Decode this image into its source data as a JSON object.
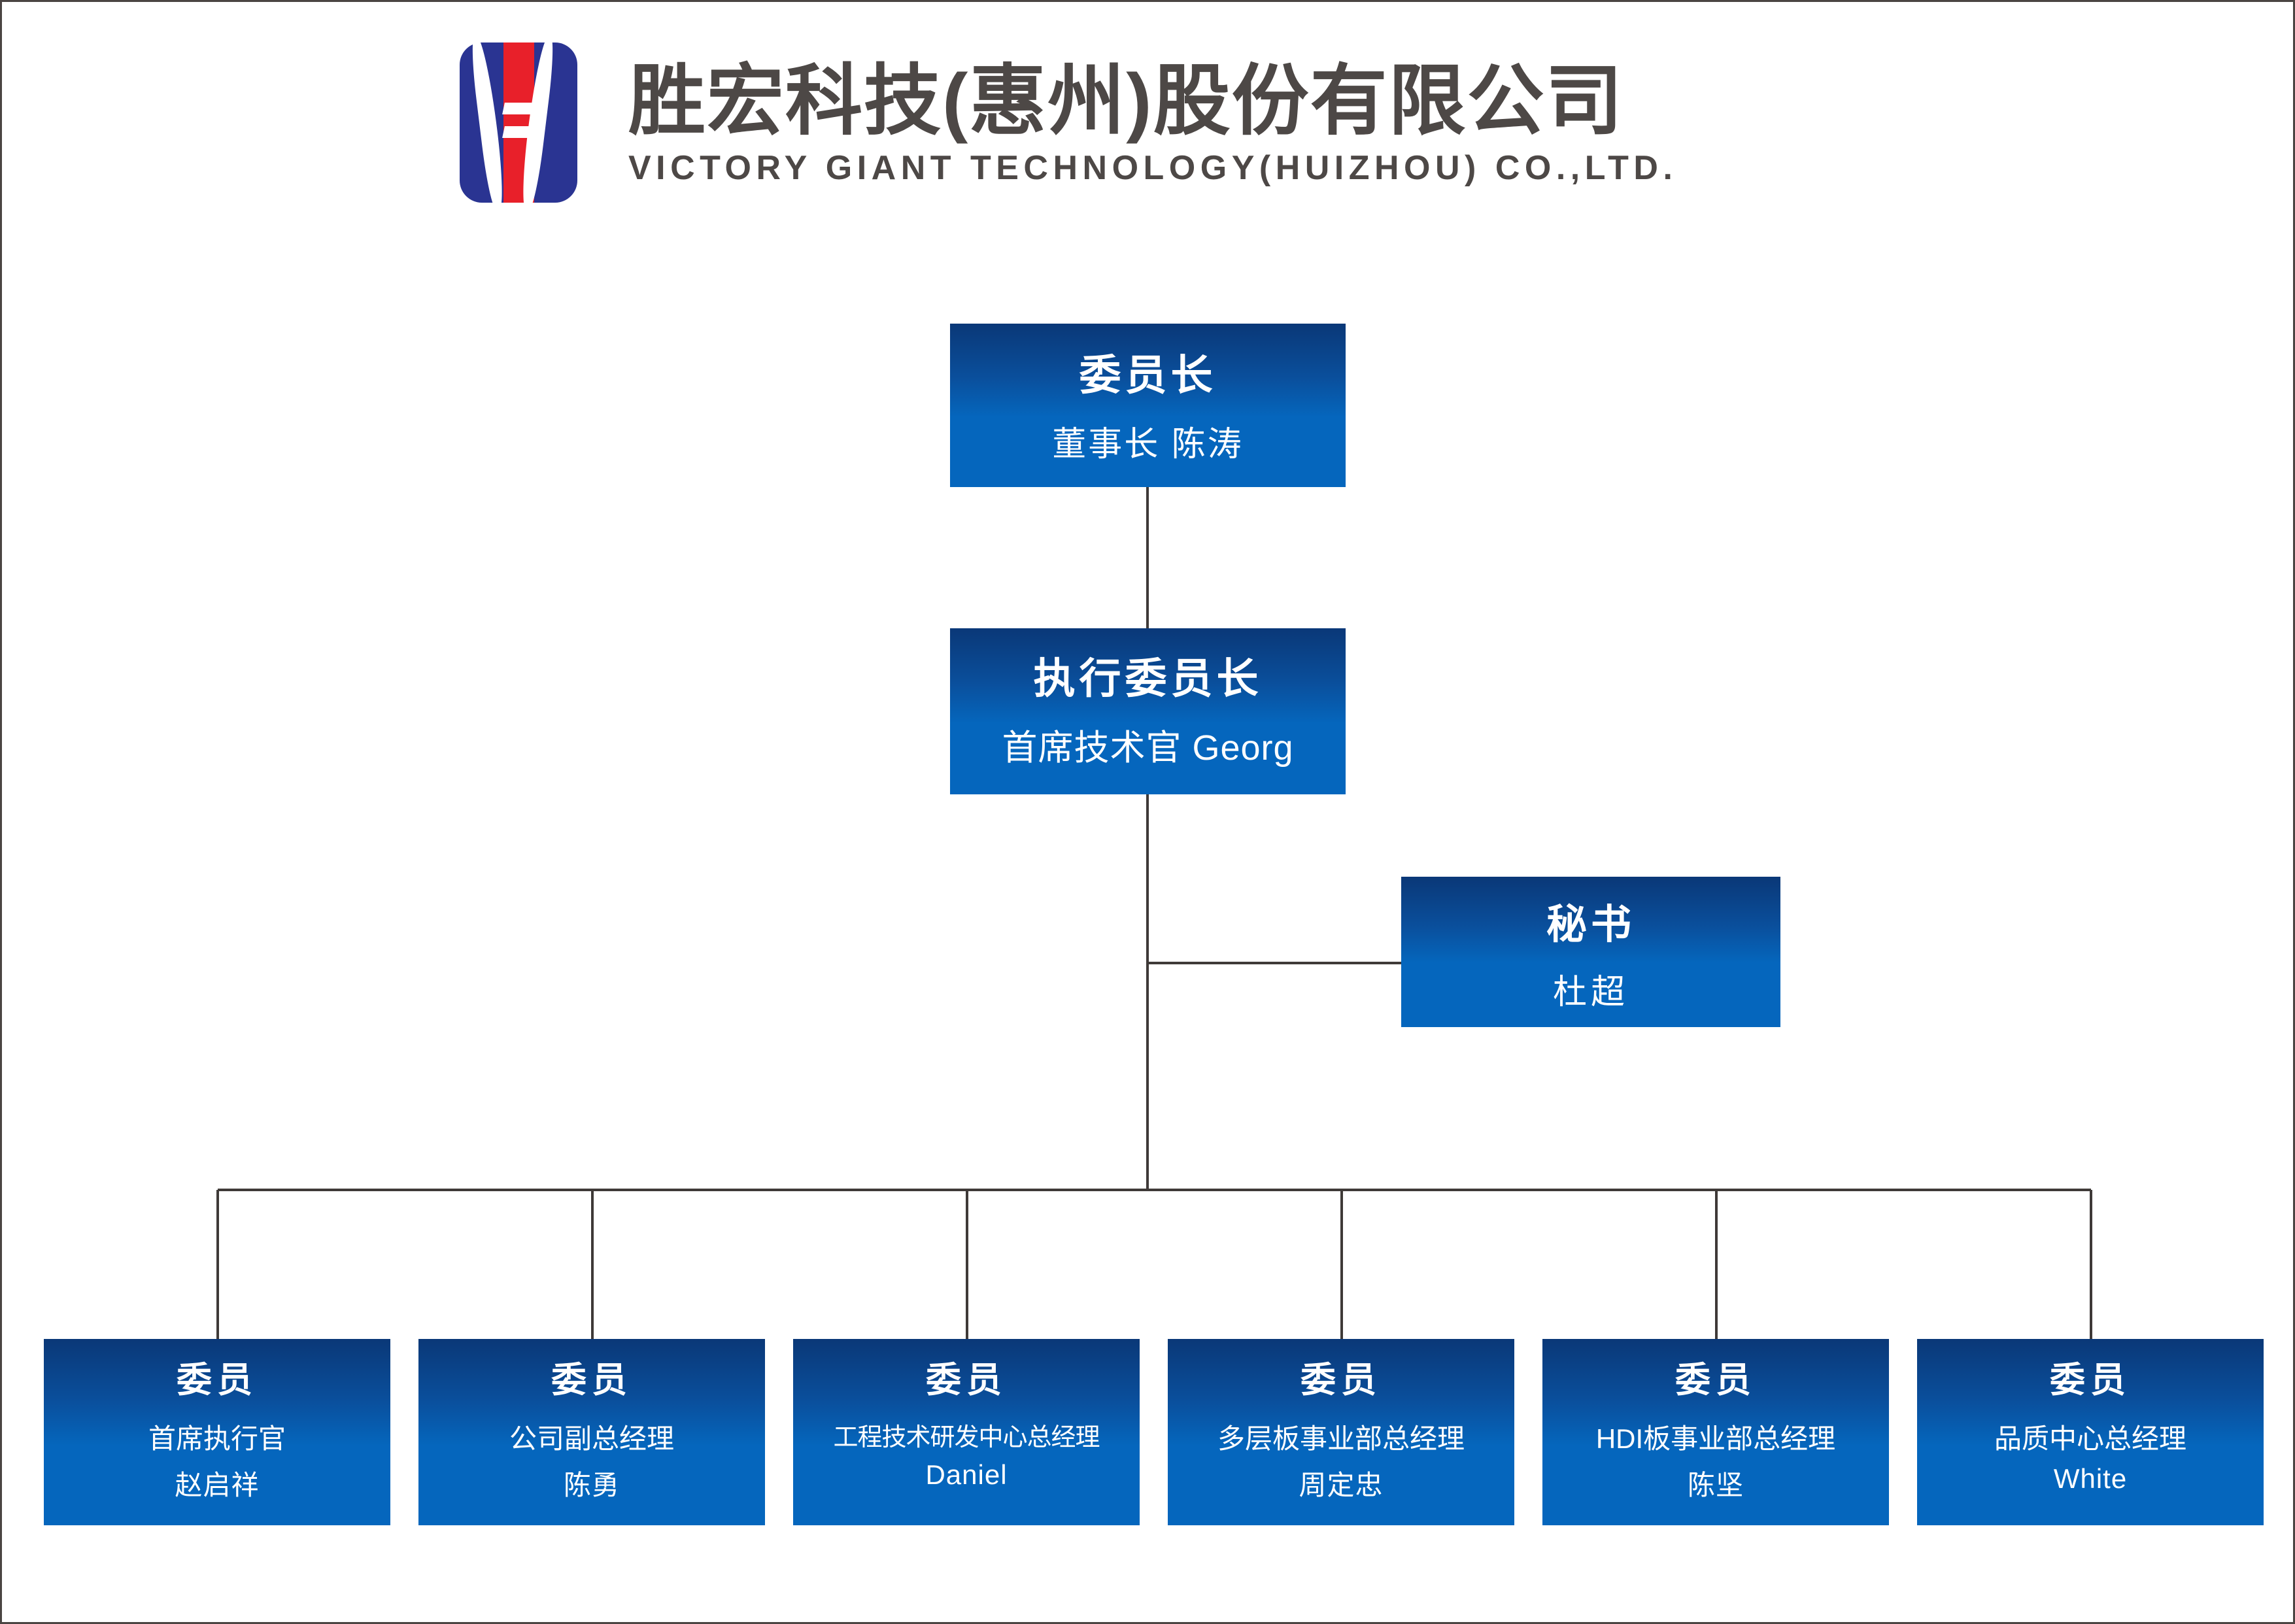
{
  "header": {
    "company_name_cn": "胜宏科技(惠州)股份有限公司",
    "company_name_en": "VICTORY GIANT TECHNOLOGY(HUIZHOU) CO.,LTD.",
    "logo": {
      "icon": "victory-giant-logo",
      "blue": "#2a3492",
      "red": "#e8202a"
    }
  },
  "theme": {
    "box_gradient_top": "#0a3878",
    "box_gradient_bottom": "#0566bd",
    "box_text": "#ffffff",
    "connector_line": "#3f3a38",
    "page_border": "#4a4442",
    "header_text": "#4d4846"
  },
  "chart_data": {
    "type": "org-chart",
    "title": "",
    "nodes": [
      {
        "id": "chairman",
        "title": "委员长",
        "subtitle": "董事长 陈涛",
        "level": 1
      },
      {
        "id": "executive-chair",
        "title": "执行委员长",
        "subtitle": "首席技术官 Georg",
        "level": 2
      },
      {
        "id": "secretary",
        "title": "秘书",
        "subtitle": "杜超",
        "level": 3
      }
    ],
    "members": [
      {
        "id": "member-ceo",
        "title": "委员",
        "role": "首席执行官",
        "name": "赵启祥"
      },
      {
        "id": "member-vgm",
        "title": "委员",
        "role": "公司副总经理",
        "name": "陈勇"
      },
      {
        "id": "member-rd",
        "title": "委员",
        "role": "工程技术研发中心总经理",
        "name": "Daniel"
      },
      {
        "id": "member-multi",
        "title": "委员",
        "role": "多层板事业部总经理",
        "name": "周定忠"
      },
      {
        "id": "member-hdi",
        "title": "委员",
        "role": "HDI板事业部总经理",
        "name": "陈坚"
      },
      {
        "id": "member-quality",
        "title": "委员",
        "role": "品质中心总经理",
        "name": "White"
      }
    ],
    "edges": [
      {
        "from": "chairman",
        "to": "executive-chair"
      },
      {
        "from": "executive-chair",
        "to": "secretary"
      },
      {
        "from": "executive-chair",
        "to": "member-ceo"
      },
      {
        "from": "executive-chair",
        "to": "member-vgm"
      },
      {
        "from": "executive-chair",
        "to": "member-rd"
      },
      {
        "from": "executive-chair",
        "to": "member-multi"
      },
      {
        "from": "executive-chair",
        "to": "member-hdi"
      },
      {
        "from": "executive-chair",
        "to": "member-quality"
      }
    ]
  }
}
